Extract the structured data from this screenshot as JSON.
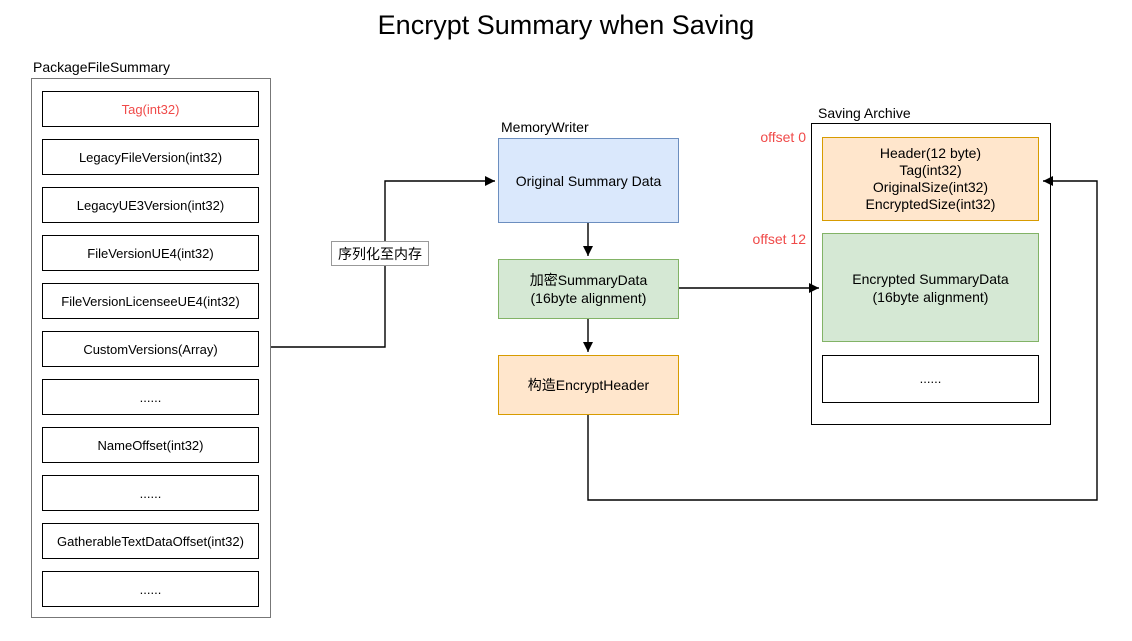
{
  "title": "Encrypt Summary when Saving",
  "colors": {
    "red_text": "#f04a49",
    "blue_fill": "#dae8fc",
    "blue_border": "#6c8ebf",
    "green_fill": "#d5e8d4",
    "green_border": "#82b366",
    "orange_fill": "#ffe6cc",
    "orange_border": "#d79b00",
    "line": "#000000",
    "box_border": "#000000",
    "container_border": "#777777",
    "label_box_border": "#999999",
    "text": "#000000"
  },
  "package_file_summary": {
    "label": "PackageFileSummary",
    "rows": [
      {
        "label": "Tag(int32)"
      },
      {
        "label": "LegacyFileVersion(int32)"
      },
      {
        "label": "LegacyUE3Version(int32)"
      },
      {
        "label": "FileVersionUE4(int32)"
      },
      {
        "label": "FileVersionLicenseeUE4(int32)"
      },
      {
        "label": "CustomVersions(Array)"
      },
      {
        "label": "......"
      },
      {
        "label": "NameOffset(int32)"
      },
      {
        "label": "......"
      },
      {
        "label": "GatherableTextDataOffset(int32)"
      },
      {
        "label": "......"
      }
    ]
  },
  "edge_label": "序列化至内存",
  "memory_writer": {
    "label": "MemoryWriter",
    "original": "Original Summary Data",
    "encrypt": {
      "line1": "加密SummaryData",
      "line2": "(16byte alignment)"
    },
    "build_header": "构造EncryptHeader"
  },
  "saving_archive": {
    "label": "Saving Archive",
    "offset0": "offset 0",
    "offset12": "offset 12",
    "header_lines": [
      "Header(12 byte)",
      "Tag(int32)",
      "OriginalSize(int32)",
      "EncryptedSize(int32)"
    ],
    "encrypted": {
      "line1": "Encrypted SummaryData",
      "line2": "(16byte alignment)"
    },
    "dots": "......"
  }
}
